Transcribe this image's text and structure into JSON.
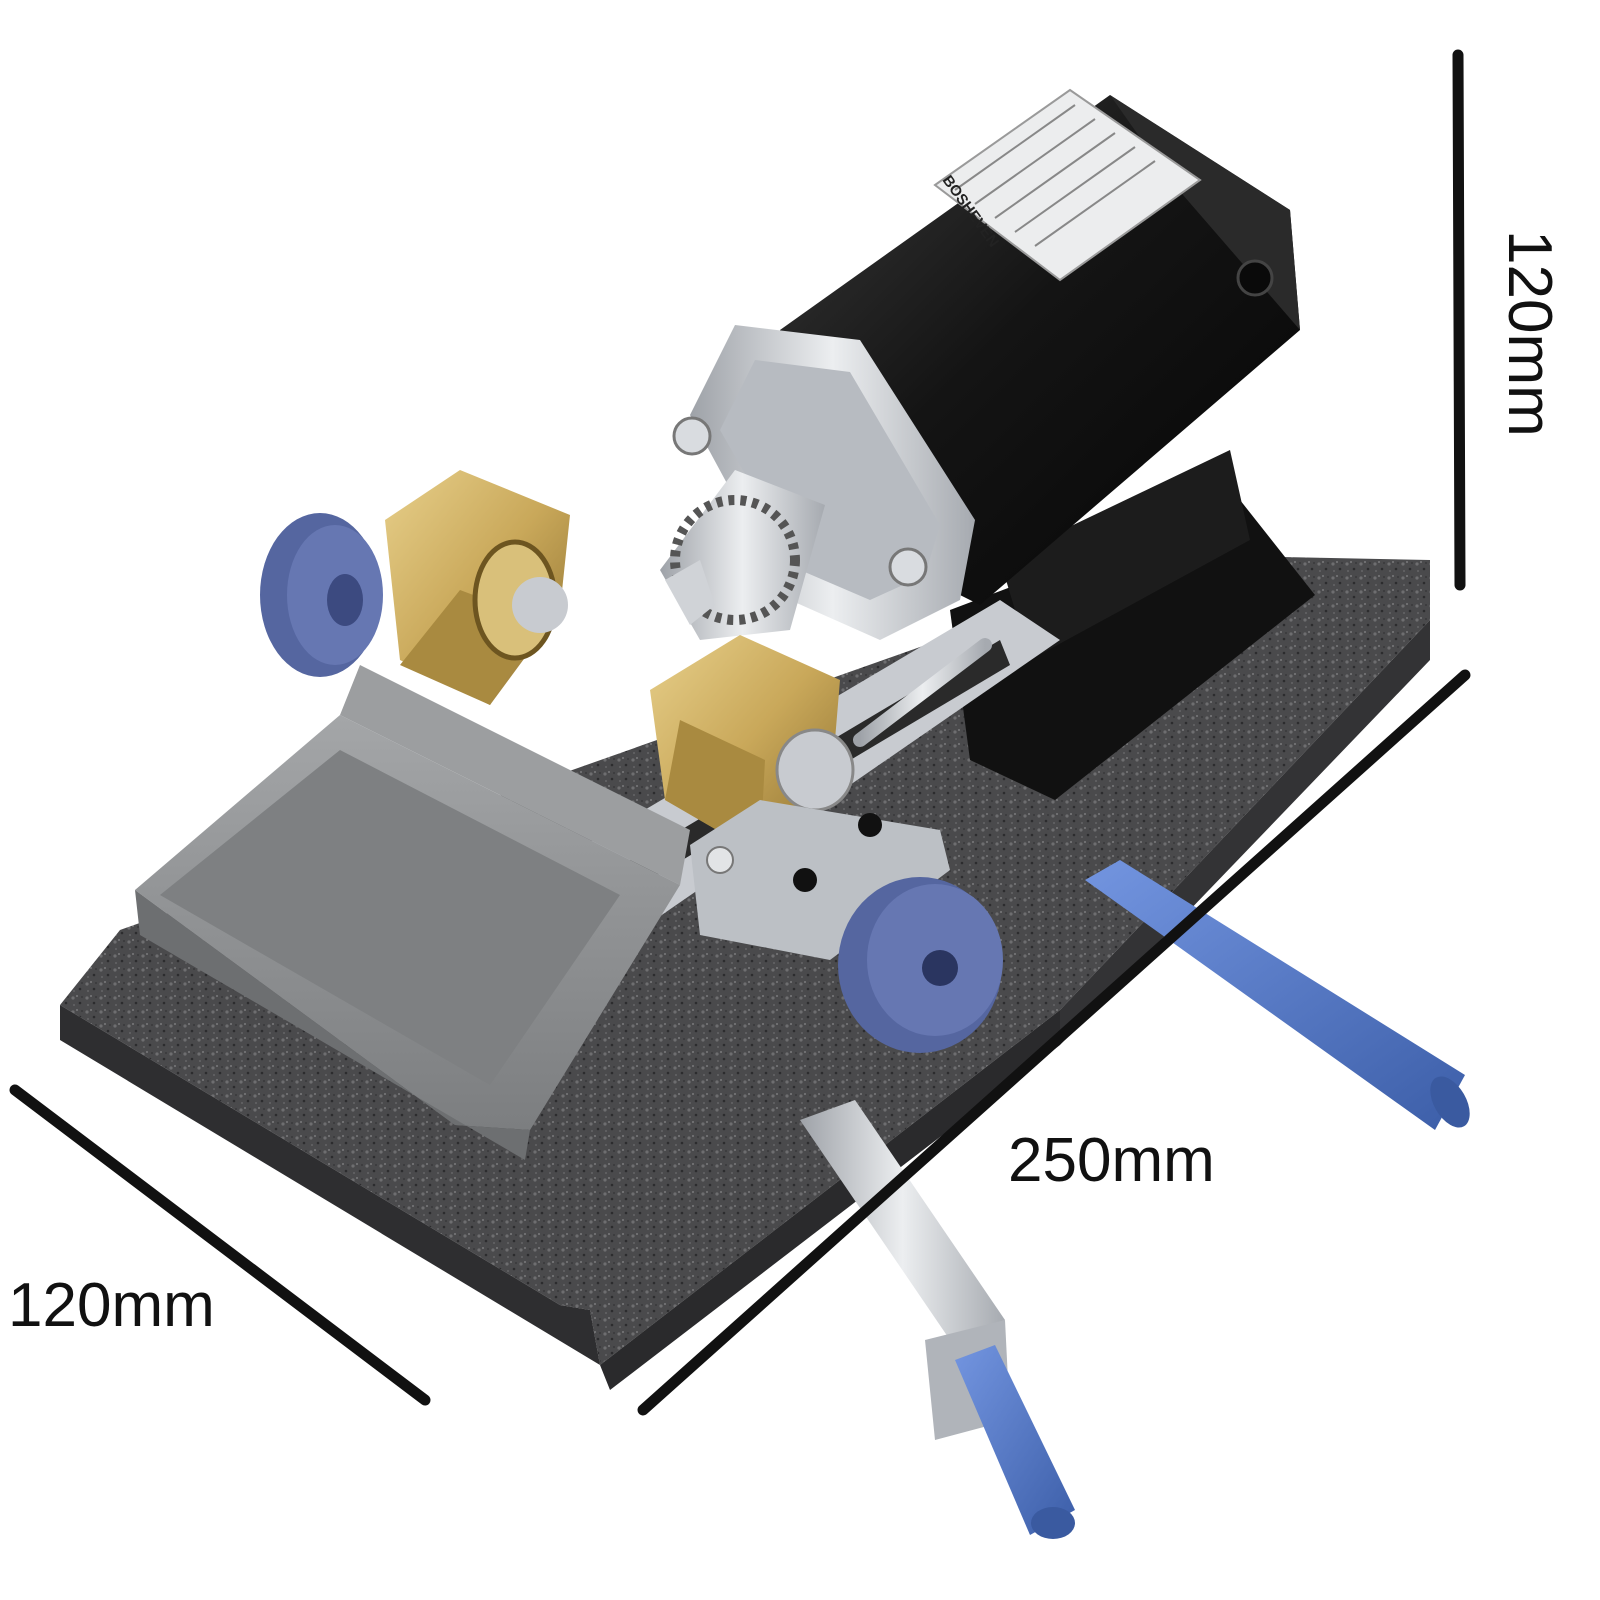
{
  "dimensions": {
    "height": "120mm",
    "length": "250mm",
    "depth": "120mm"
  },
  "product": {
    "motor_label_brand": "BOSHEVEN"
  },
  "colors": {
    "base": "#4a4a4c",
    "motor": "#141414",
    "tray": "#8e9092",
    "brass": "#c9a85a",
    "knob": "#5566a0",
    "handle": "#4f73c2",
    "steel": "#c8cbd0"
  }
}
